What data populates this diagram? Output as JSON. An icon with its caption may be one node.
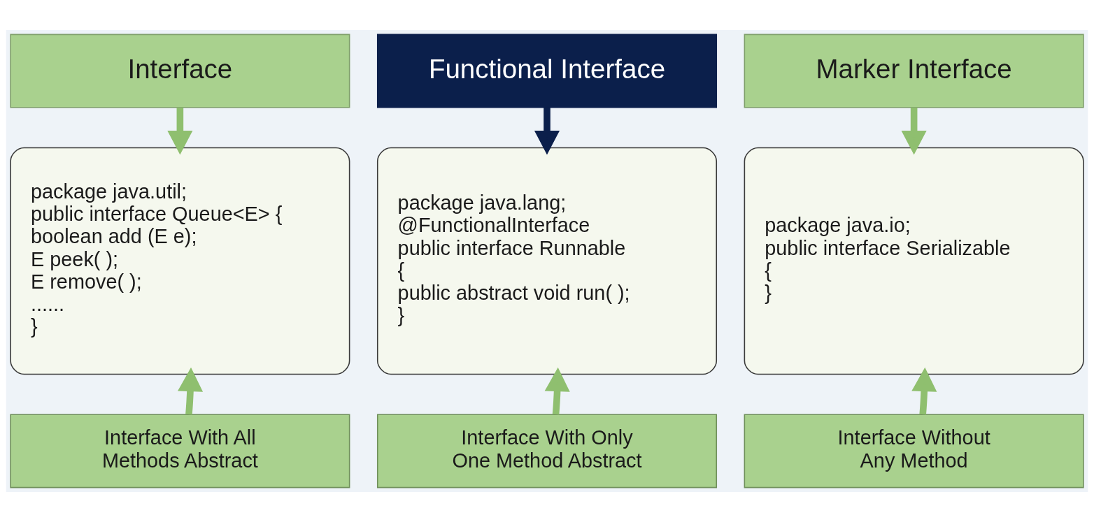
{
  "diagram": {
    "nodes": [
      {
        "text": [
          "Interface"
        ]
      },
      {
        "text": [
          "Functional Interface"
        ]
      },
      {
        "text": [
          "Marker Interface"
        ]
      },
      {
        "text": [
          "package java.util;",
          "public interface Queue<E> {",
          "boolean add (E e);",
          "E peek( );",
          "E remove( );",
          "......",
          "}"
        ]
      },
      {
        "text": [
          "package java.lang;",
          "@FunctionalInterface",
          "public interface Runnable",
          "{",
          "public abstract void run( );",
          "}"
        ]
      },
      {
        "text": [
          "package java.io;",
          "public interface Serializable",
          "{",
          "}"
        ]
      },
      {
        "text": [
          "Interface With All Methods Abstract"
        ]
      },
      {
        "text": [
          "Interface With Only One Method Abstract"
        ]
      },
      {
        "text": [
          "Interface Without Any Method"
        ]
      }
    ],
    "edges": [
      {
        "from": 0,
        "to": 3,
        "arrow": "to"
      },
      {
        "from": 1,
        "to": 4,
        "arrow": "to",
        "color": "#0b1f4b"
      },
      {
        "from": 2,
        "to": 5,
        "arrow": "to"
      },
      {
        "from": 6,
        "to": 3,
        "arrow": "to"
      },
      {
        "from": 7,
        "to": 4,
        "arrow": "to"
      },
      {
        "from": 8,
        "to": 5,
        "arrow": "to"
      }
    ]
  }
}
